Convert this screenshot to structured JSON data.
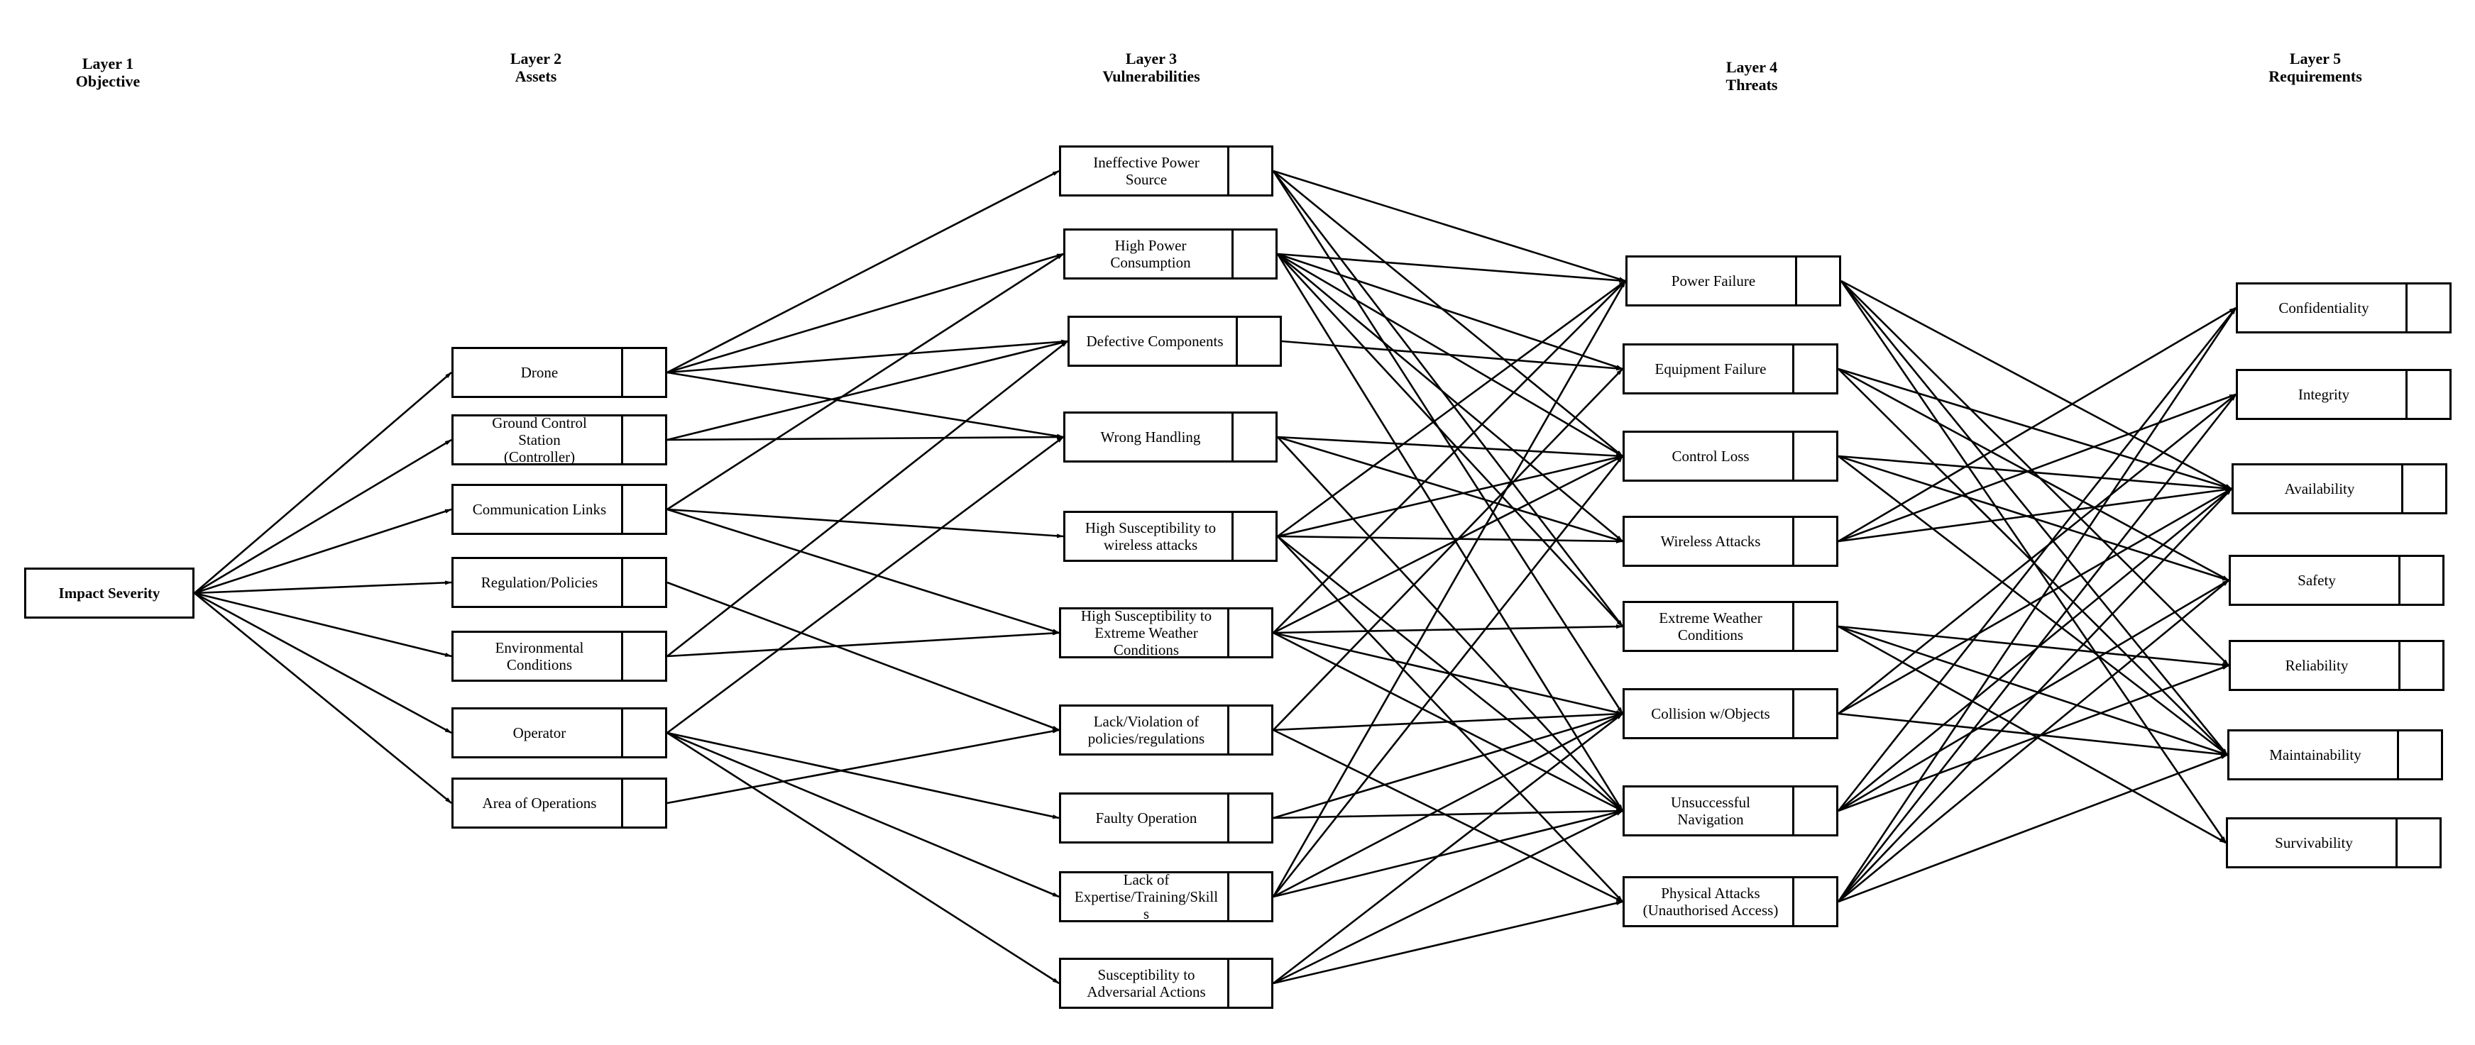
{
  "layers": [
    {
      "title": "Layer 1\nObjective"
    },
    {
      "title": "Layer 2\nAssets"
    },
    {
      "title": "Layer 3\nVulnerabilities"
    },
    {
      "title": "Layer 4\nThreats"
    },
    {
      "title": "Layer 5\nRequirements"
    }
  ],
  "objective": {
    "label": "Impact Severity"
  },
  "assets": [
    {
      "label": "Drone"
    },
    {
      "label": "Ground Control\nStation\n(Controller)"
    },
    {
      "label": "Communication Links"
    },
    {
      "label": "Regulation/Policies"
    },
    {
      "label": "Environmental\nConditions"
    },
    {
      "label": "Operator"
    },
    {
      "label": "Area of Operations"
    }
  ],
  "vulnerabilities": [
    {
      "label": "Ineffective Power\nSource"
    },
    {
      "label": "High Power\nConsumption"
    },
    {
      "label": "Defective Components"
    },
    {
      "label": "Wrong Handling"
    },
    {
      "label": "High Susceptibility to\nwireless attacks"
    },
    {
      "label": "High Susceptibility to\nExtreme Weather\nConditions"
    },
    {
      "label": "Lack/Violation of\npolicies/regulations"
    },
    {
      "label": "Faulty Operation"
    },
    {
      "label": "Lack of\nExpertise/Training/Skill\ns"
    },
    {
      "label": "Susceptibility to\nAdversarial Actions"
    }
  ],
  "threats": [
    {
      "label": "Power Failure"
    },
    {
      "label": "Equipment Failure"
    },
    {
      "label": "Control Loss"
    },
    {
      "label": "Wireless Attacks"
    },
    {
      "label": "Extreme Weather\nConditions"
    },
    {
      "label": "Collision w/Objects"
    },
    {
      "label": "Unsuccessful\nNavigation"
    },
    {
      "label": "Physical Attacks\n(Unauthorised Access)"
    }
  ],
  "requirements": [
    {
      "label": "Confidentiality"
    },
    {
      "label": "Integrity"
    },
    {
      "label": "Availability"
    },
    {
      "label": "Safety"
    },
    {
      "label": "Reliability"
    },
    {
      "label": "Maintainability"
    },
    {
      "label": "Survivability"
    }
  ],
  "edges": {
    "objective_to_assets": [
      0,
      1,
      2,
      3,
      4,
      5,
      6
    ],
    "assets_to_vulnerabilities": [
      [
        0,
        0
      ],
      [
        0,
        1
      ],
      [
        0,
        2
      ],
      [
        0,
        3
      ],
      [
        1,
        2
      ],
      [
        1,
        3
      ],
      [
        2,
        1
      ],
      [
        2,
        4
      ],
      [
        2,
        5
      ],
      [
        3,
        6
      ],
      [
        4,
        2
      ],
      [
        4,
        5
      ],
      [
        5,
        3
      ],
      [
        5,
        7
      ],
      [
        5,
        8
      ],
      [
        5,
        9
      ],
      [
        6,
        6
      ]
    ],
    "vulnerabilities_to_threats": [
      [
        0,
        0
      ],
      [
        0,
        2
      ],
      [
        0,
        4
      ],
      [
        0,
        5
      ],
      [
        1,
        0
      ],
      [
        1,
        1
      ],
      [
        1,
        2
      ],
      [
        1,
        3
      ],
      [
        1,
        4
      ],
      [
        1,
        6
      ],
      [
        2,
        1
      ],
      [
        3,
        2
      ],
      [
        3,
        3
      ],
      [
        3,
        6
      ],
      [
        4,
        0
      ],
      [
        4,
        2
      ],
      [
        4,
        3
      ],
      [
        4,
        6
      ],
      [
        4,
        7
      ],
      [
        5,
        0
      ],
      [
        5,
        2
      ],
      [
        5,
        4
      ],
      [
        5,
        5
      ],
      [
        5,
        6
      ],
      [
        6,
        1
      ],
      [
        6,
        5
      ],
      [
        6,
        7
      ],
      [
        7,
        5
      ],
      [
        7,
        6
      ],
      [
        8,
        0
      ],
      [
        8,
        2
      ],
      [
        8,
        5
      ],
      [
        8,
        6
      ],
      [
        9,
        5
      ],
      [
        9,
        6
      ],
      [
        9,
        7
      ]
    ],
    "threats_to_requirements": [
      [
        0,
        2
      ],
      [
        0,
        4
      ],
      [
        0,
        5
      ],
      [
        0,
        6
      ],
      [
        1,
        2
      ],
      [
        1,
        3
      ],
      [
        1,
        5
      ],
      [
        2,
        2
      ],
      [
        2,
        3
      ],
      [
        2,
        5
      ],
      [
        3,
        0
      ],
      [
        3,
        1
      ],
      [
        3,
        2
      ],
      [
        4,
        4
      ],
      [
        4,
        5
      ],
      [
        4,
        6
      ],
      [
        5,
        1
      ],
      [
        5,
        2
      ],
      [
        5,
        5
      ],
      [
        6,
        0
      ],
      [
        6,
        2
      ],
      [
        6,
        3
      ],
      [
        6,
        4
      ],
      [
        7,
        0
      ],
      [
        7,
        1
      ],
      [
        7,
        2
      ],
      [
        7,
        3
      ],
      [
        7,
        5
      ]
    ]
  }
}
